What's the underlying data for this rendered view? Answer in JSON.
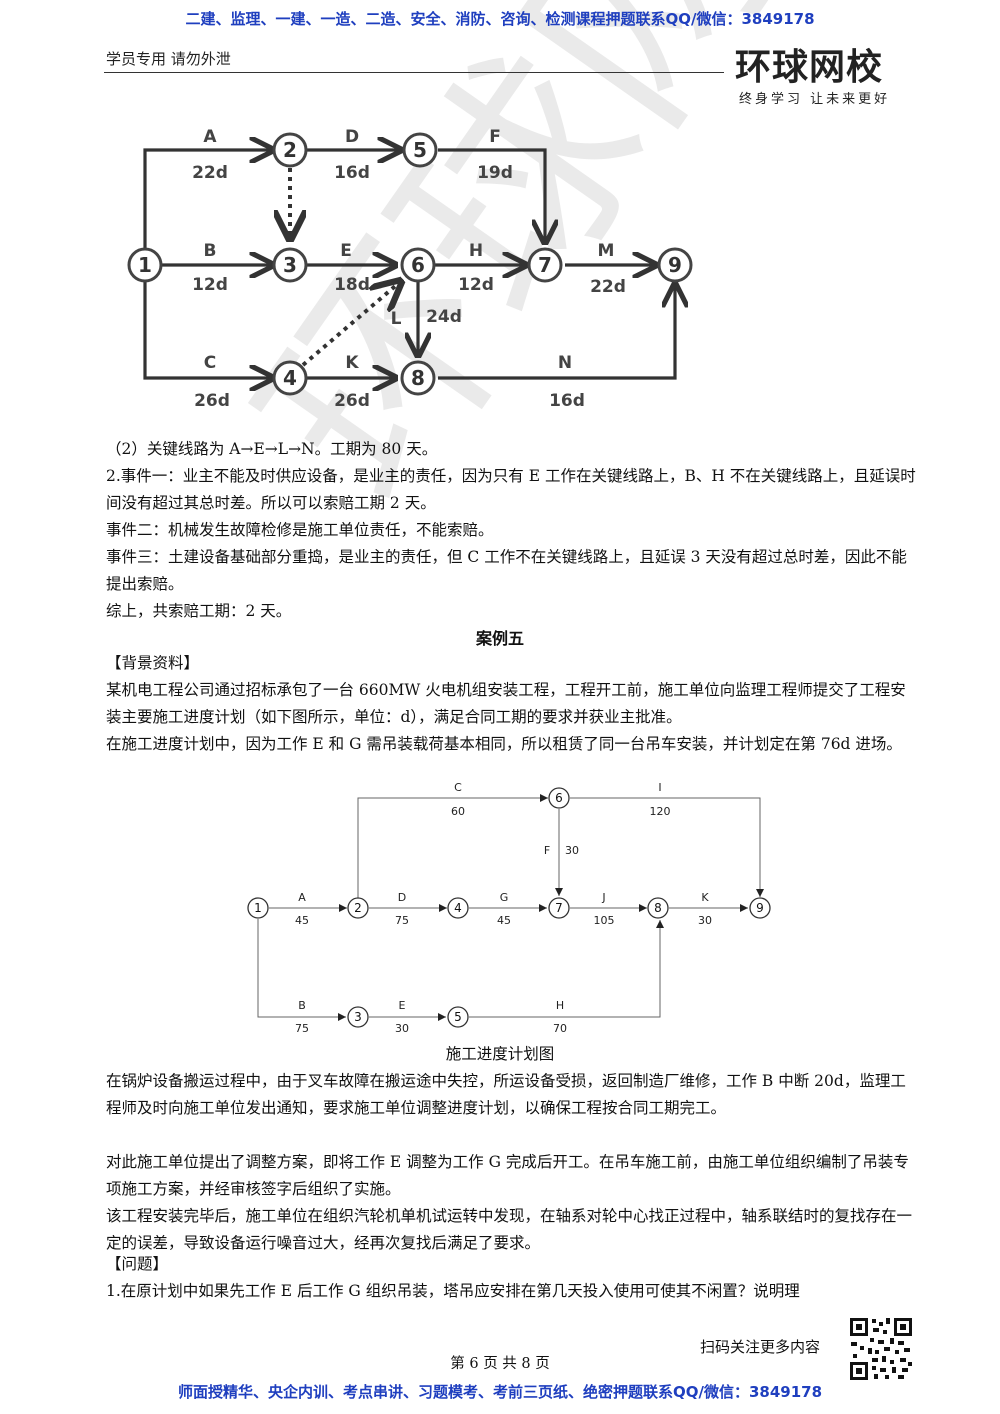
{
  "header": {
    "top_banner": "二建、监理、一建、一造、二造、安全、消防、咨询、检测课程押题联系QQ/微信：3849178",
    "left_note": "学员专用 请勿外泄",
    "logo_title": "环球网校",
    "logo_slogan": "终身学习 让未来更好"
  },
  "watermark": "环球网校",
  "diagram1": {
    "nodes": [
      "1",
      "2",
      "3",
      "4",
      "5",
      "6",
      "7",
      "8",
      "9"
    ],
    "activities": [
      {
        "name": "A",
        "duration": "22d"
      },
      {
        "name": "D",
        "duration": "16d"
      },
      {
        "name": "F",
        "duration": "19d"
      },
      {
        "name": "B",
        "duration": "12d"
      },
      {
        "name": "E",
        "duration": "18d"
      },
      {
        "name": "H",
        "duration": "12d"
      },
      {
        "name": "M",
        "duration": "22d"
      },
      {
        "name": "L",
        "duration": "24d"
      },
      {
        "name": "C",
        "duration": "26d"
      },
      {
        "name": "K",
        "duration": "26d"
      },
      {
        "name": "N",
        "duration": "16d"
      }
    ]
  },
  "answers": [
    "（2）关键线路为 A→E→L→N。工期为 80 天。",
    "2.事件一：业主不能及时供应设备，是业主的责任，因为只有 E 工作在关键线路上，B、H 不在关键线路上，且延误时间没有超过其总时差。所以可以索赔工期 2 天。",
    "事件二：机械发生故障检修是施工单位责任，不能索赔。",
    "事件三：土建设备基础部分重捣，是业主的责任，但 C 工作不在关键线路上，且延误 3 天没有超过总时差，因此不能提出索赔。",
    "综上，共索赔工期：2 天。"
  ],
  "case_title": "案例五",
  "background": {
    "heading": "【背景资料】",
    "paragraphs": [
      "某机电工程公司通过招标承包了一台 660MW 火电机组安装工程，工程开工前，施工单位向监理工程师提交了工程安装主要施工进度计划（如下图所示，单位：d），满足合同工期的要求并获业主批准。",
      "在施工进度计划中，因为工作 E 和 G 需吊装载荷基本相同，所以租赁了同一台吊车安装，并计划定在第 76d 进场。"
    ]
  },
  "diagram2": {
    "caption": "施工进度计划图",
    "nodes": [
      "1",
      "2",
      "3",
      "4",
      "5",
      "6",
      "7",
      "8",
      "9"
    ],
    "activities": [
      {
        "name": "C",
        "duration": "60"
      },
      {
        "name": "I",
        "duration": "120"
      },
      {
        "name": "F",
        "duration": "30"
      },
      {
        "name": "A",
        "duration": "45"
      },
      {
        "name": "D",
        "duration": "75"
      },
      {
        "name": "G",
        "duration": "45"
      },
      {
        "name": "J",
        "duration": "105"
      },
      {
        "name": "K",
        "duration": "30"
      },
      {
        "name": "B",
        "duration": "75"
      },
      {
        "name": "E",
        "duration": "30"
      },
      {
        "name": "H",
        "duration": "70"
      }
    ]
  },
  "events": [
    "在锅炉设备搬运过程中，由于叉车故障在搬运途中失控，所运设备受损，返回制造厂维修，工作 B 中断 20d，监理工程师及时向施工单位发出通知，要求施工单位调整进度计划，以确保工程按合同工期完工。",
    "对此施工单位提出了调整方案，即将工作 E 调整为工作 G 完成后开工。在吊车施工前，由施工单位组织编制了吊装专项施工方案，并经审核签字后组织了实施。",
    "该工程安装完毕后，施工单位在组织汽轮机单机试运转中发现，在轴系对轮中心找正过程中，轴系联结时的复找存在一定的误差，导致设备运行噪音过大，经再次复找后满足了要求。"
  ],
  "questions": {
    "heading": "【问题】",
    "items": [
      "1.在原计划中如果先工作 E 后工作 G 组织吊装，塔吊应安排在第几天投入使用可使其不闲置？说明理"
    ]
  },
  "footer": {
    "scan_text": "扫码关注更多内容",
    "page_number": "第 6 页 共 8 页",
    "bottom_banner": "师面授精华、央企内训、考点串讲、习题模考、考前三页纸、绝密押题联系QQ/微信：3849178"
  }
}
